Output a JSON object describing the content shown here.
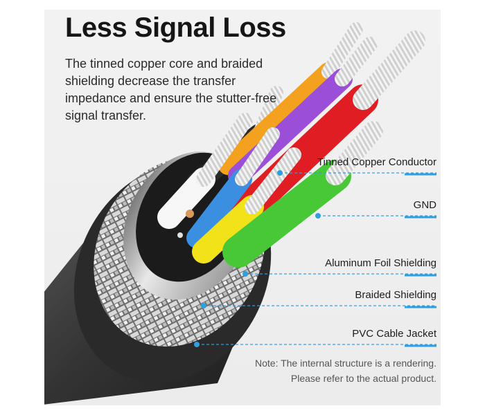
{
  "title": "Less Signal Loss",
  "description": "The tinned copper core and braided shielding decrease the transfer impedance and ensure the stutter-free signal transfer.",
  "callouts": [
    {
      "label": "Tinned Copper Conductor"
    },
    {
      "label": "GND"
    },
    {
      "label": "Aluminum Foil Shielding"
    },
    {
      "label": "Braided Shielding"
    },
    {
      "label": "PVC Cable Jacket"
    }
  ],
  "note": {
    "line1": "Note: The internal structure is a rendering.",
    "line2": "Please refer to the actual product."
  },
  "colors": {
    "accent_line": "#2f9fe0",
    "wire_red": "#e01d22",
    "wire_green": "#49c837",
    "wire_yellow": "#f2e21a",
    "wire_blue": "#3a8fe0",
    "wire_purple": "#9b4fd8",
    "wire_orange": "#f3a11f",
    "wire_white": "#f7f7f7",
    "jacket": "#3b3b3b"
  }
}
